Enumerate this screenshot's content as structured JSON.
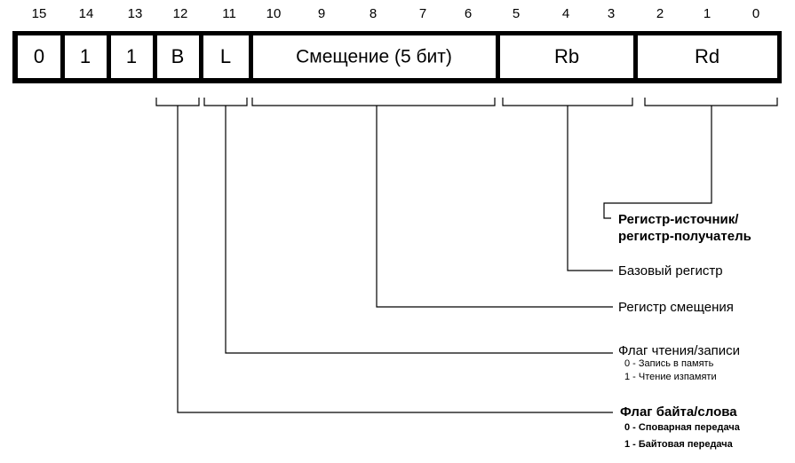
{
  "bit_numbers": [
    "15",
    "14",
    "13",
    "12",
    "11",
    "10",
    "9",
    "8",
    "7",
    "6",
    "5",
    "4",
    "3",
    "2",
    "1",
    "0"
  ],
  "fields": {
    "f15": "0",
    "f14": "1",
    "f13": "1",
    "f12": "B",
    "f11": "L",
    "offset": "Смещение (5 бит)",
    "rb": "Rb",
    "rd": "Rd"
  },
  "descriptions": {
    "rd": {
      "line1": "Регистр-источник/",
      "line2": "регистр-получатель"
    },
    "rb": {
      "title": "Базовый регистр"
    },
    "offset": {
      "title": "Регистр смещения"
    },
    "l": {
      "title": "Флаг чтения/записи",
      "note0": "0 - Запись в память",
      "note1": "1 - Чтение изпамяти"
    },
    "b": {
      "title": "Флаг байта/слова",
      "note0": "0 - Споварная передача",
      "note1": "1 - Байтовая передача"
    }
  }
}
